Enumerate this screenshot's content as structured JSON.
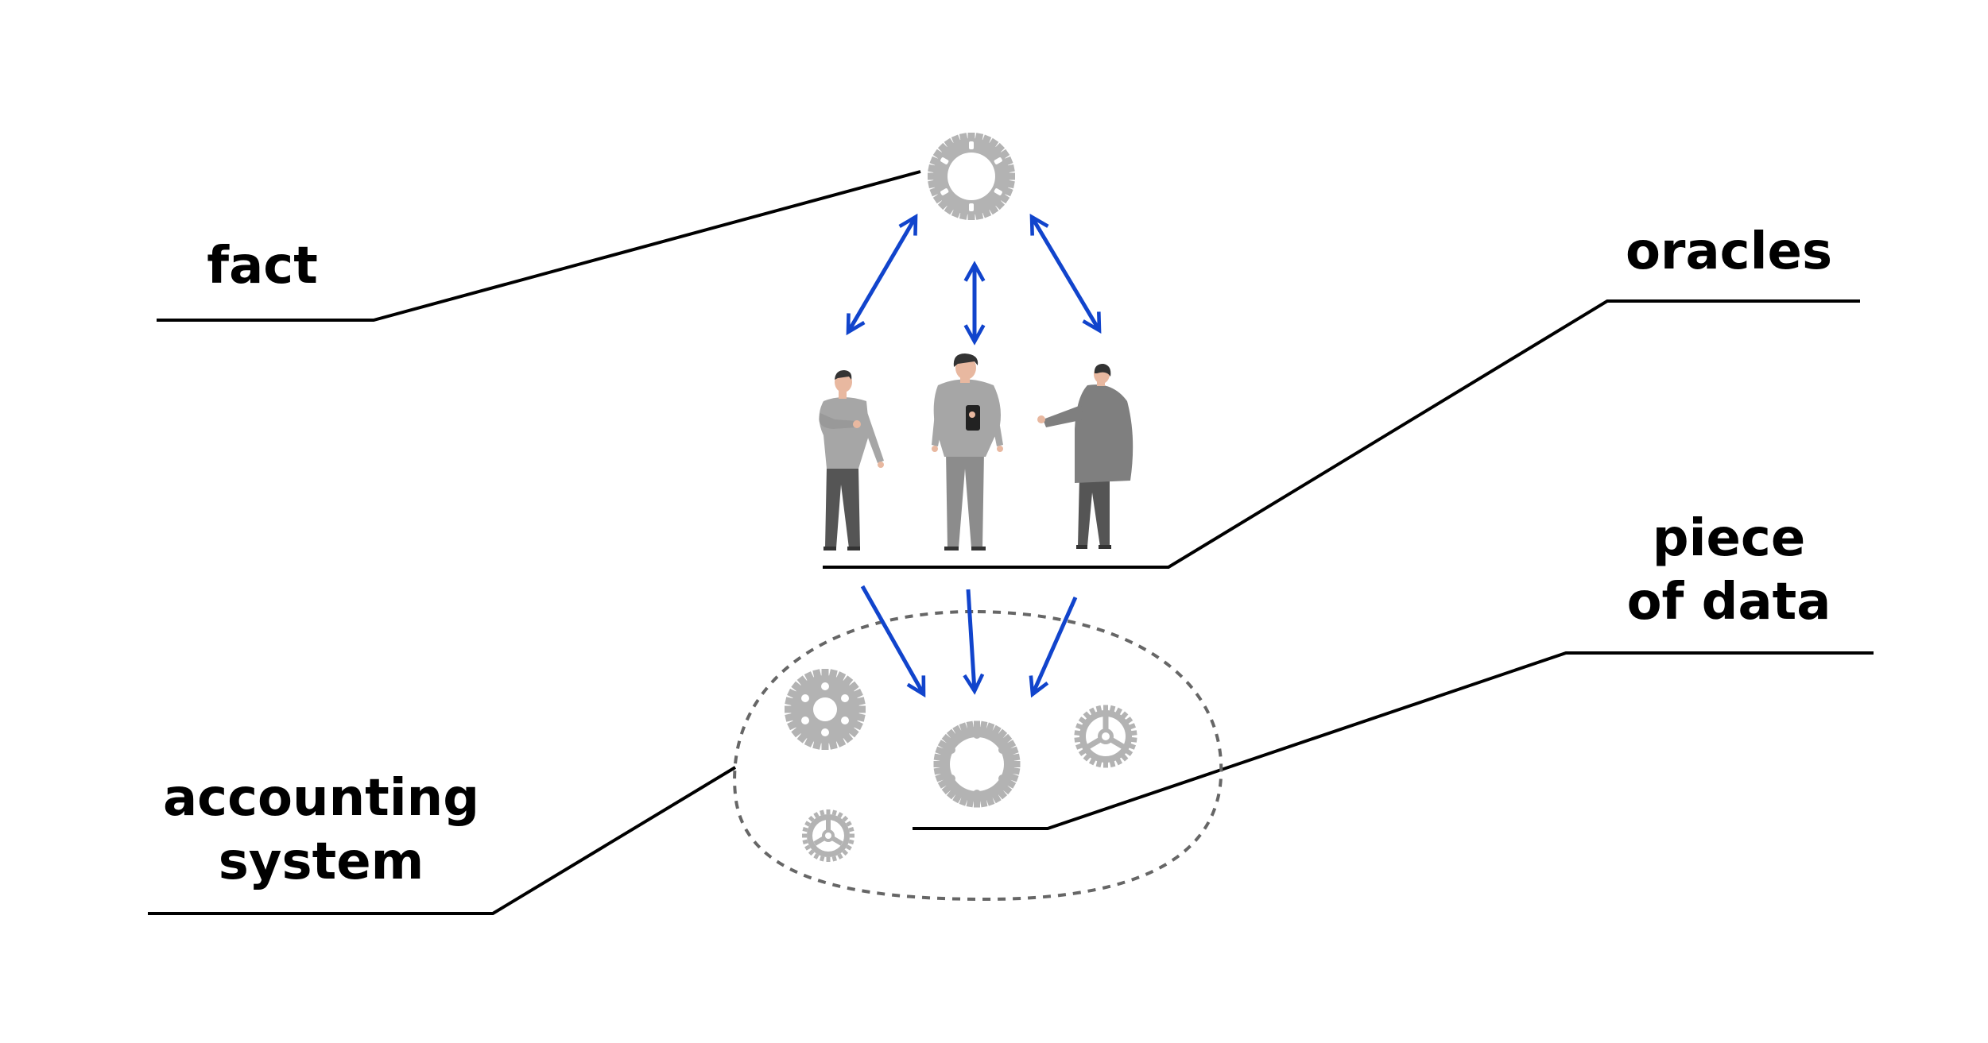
{
  "labels": {
    "fact": "fact",
    "oracles": "oracles",
    "piece_of_data_line1": "piece",
    "piece_of_data_line2": "of data",
    "accounting_line1": "accounting",
    "accounting_line2": "system"
  },
  "colors": {
    "arrow": "#1144CC",
    "leader_line": "#000000",
    "gear": "#B3B3B3",
    "boundary": "#666666",
    "person_light": "#A6A6A6",
    "person_dark": "#555555",
    "coat": "#7F7F7F"
  },
  "icons": {
    "fact": "gear-icon",
    "oracles": "people-icon",
    "data": "gear-icon"
  }
}
